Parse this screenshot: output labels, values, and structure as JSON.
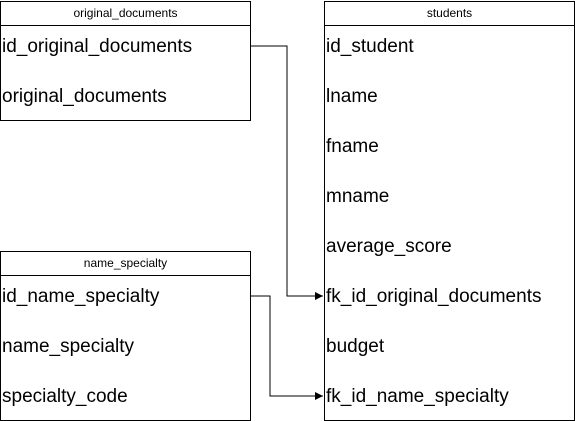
{
  "tables": {
    "original_documents": {
      "title": "original_documents",
      "fields": [
        "id_original_documents",
        "original_documents"
      ]
    },
    "name_specialty": {
      "title": "name_specialty",
      "fields": [
        "id_name_specialty",
        "name_specialty",
        "specialty_code"
      ]
    },
    "students": {
      "title": "students",
      "fields": [
        "id_student",
        "lname",
        "fname",
        "mname",
        "average_score",
        "fk_id_original_documents",
        "budget",
        "fk_id_name_specialty"
      ]
    }
  },
  "relations": [
    {
      "from": "original_documents.id_original_documents",
      "to": "students.fk_id_original_documents"
    },
    {
      "from": "name_specialty.id_name_specialty",
      "to": "students.fk_id_name_specialty"
    }
  ],
  "colors": {
    "line": "#000000",
    "background": "#ffffff"
  }
}
